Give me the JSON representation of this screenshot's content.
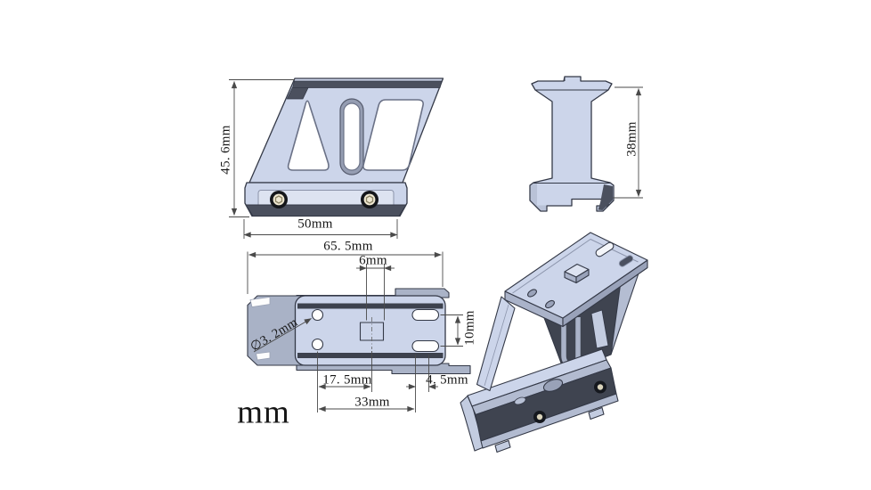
{
  "drawing": {
    "unit_label": "mm",
    "side_view": {
      "height_dim": "45. 6mm",
      "width_dim": "50mm"
    },
    "front_view": {
      "height_dim": "38mm"
    },
    "top_view": {
      "overall_width_dim": "65. 5mm",
      "boss_width_dim": "6mm",
      "hole_diameter_dim": "∅3. 2mm",
      "slot_spacing_dim": "10mm",
      "hole_to_center_dim": "17. 5mm",
      "slot_edge_dim": "4. 5mm",
      "hole_to_slot_dim": "33mm"
    },
    "colors": {
      "part_light": "#ccd5ea",
      "part_highlight": "#dde3f1",
      "part_medium": "#aab3c9",
      "part_dark": "#3f4450",
      "outline": "#343947",
      "screw_brass": "#e9e2cb",
      "dimension_line": "#4a4a4a",
      "text": "#161616"
    }
  }
}
